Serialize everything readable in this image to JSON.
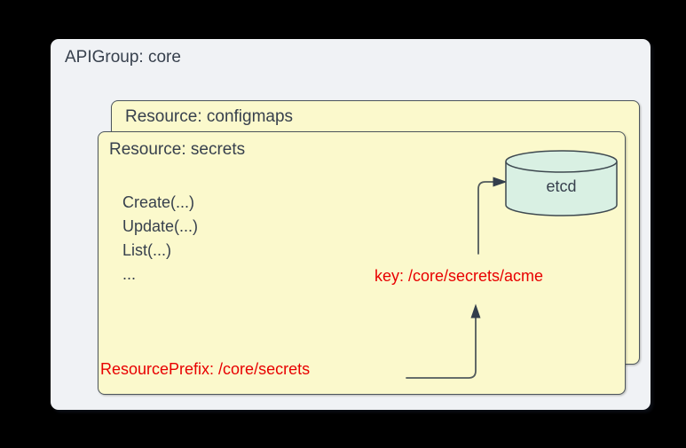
{
  "diagram": {
    "apigroup": {
      "label": "APIGroup: core"
    },
    "configmaps": {
      "label": "Resource: configmaps"
    },
    "secrets": {
      "label": "Resource: secrets",
      "methods": [
        "Create(...)",
        "Update(...)",
        "List(...)",
        "..."
      ],
      "resource_prefix_label": "ResourcePrefix: /core/secrets"
    },
    "key_label": "key: /core/secrets/acme",
    "etcd": {
      "label": "etcd"
    },
    "colors": {
      "background": "#000000",
      "apigroup_fill": "#f0f2f5",
      "resource_fill": "#fbf9cc",
      "resource_border": "#4d565c",
      "etcd_fill": "#d9f0e3",
      "text": "#37404d",
      "annotation_red": "#e80000",
      "arrow": "#525a5c"
    }
  }
}
